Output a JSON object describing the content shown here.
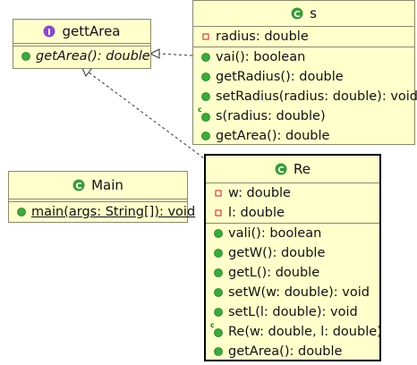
{
  "classes": {
    "gettArea": {
      "name": "gettArea",
      "kind_icon": "interface-icon",
      "methods": [
        {
          "text": "getArea(): double",
          "icon": "public-method-icon",
          "italic": true
        }
      ]
    },
    "s": {
      "name": "s",
      "kind_icon": "class-icon",
      "fields": [
        {
          "text": "radius: double",
          "icon": "private-field-icon"
        }
      ],
      "methods": [
        {
          "text": "vai(): boolean",
          "icon": "public-method-icon"
        },
        {
          "text": "getRadius(): double",
          "icon": "public-method-icon"
        },
        {
          "text": "setRadius(radius: double): void",
          "icon": "public-method-icon"
        },
        {
          "text": "s(radius: double)",
          "icon": "constructor-icon"
        },
        {
          "text": "getArea(): double",
          "icon": "public-method-icon"
        }
      ]
    },
    "Main": {
      "name": "Main",
      "kind_icon": "class-icon",
      "methods": [
        {
          "text": "main(args: String[]): void",
          "icon": "public-method-icon",
          "underline": true
        }
      ]
    },
    "Re": {
      "name": "Re",
      "kind_icon": "class-icon",
      "fields": [
        {
          "text": "w: double",
          "icon": "private-field-icon"
        },
        {
          "text": "l: double",
          "icon": "private-field-icon"
        }
      ],
      "methods": [
        {
          "text": "vali(): boolean",
          "icon": "public-method-icon"
        },
        {
          "text": "getW(): double",
          "icon": "public-method-icon"
        },
        {
          "text": "getL(): double",
          "icon": "public-method-icon"
        },
        {
          "text": "setW(w: double): void",
          "icon": "public-method-icon"
        },
        {
          "text": "setL(l: double): void",
          "icon": "public-method-icon"
        },
        {
          "text": "Re(w: double, l: double)",
          "icon": "constructor-icon"
        },
        {
          "text": "getArea(): double",
          "icon": "public-method-icon"
        }
      ]
    }
  },
  "relations": [
    {
      "from": "s",
      "to": "gettArea",
      "type": "realization"
    },
    {
      "from": "Re",
      "to": "gettArea",
      "type": "realization"
    }
  ],
  "colors": {
    "box_fill": "#ffffcc",
    "box_border": "#8a8a6a",
    "class_icon": "#3a9a3a",
    "interface_icon": "#8a4ac8",
    "method_icon": "#3aaa3a",
    "field_icon": "#d04040"
  }
}
